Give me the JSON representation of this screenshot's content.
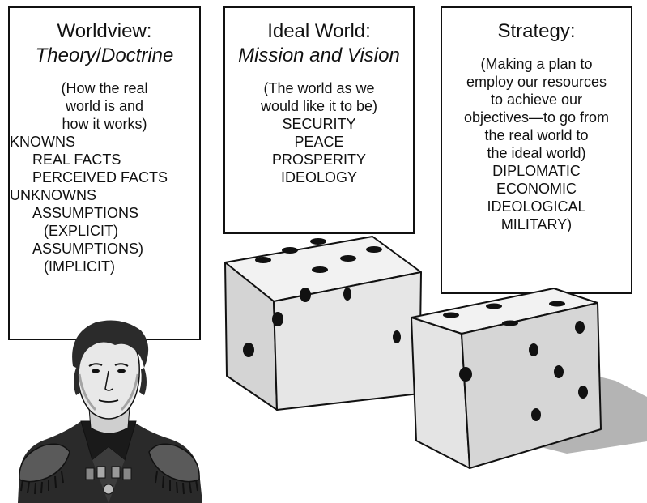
{
  "worldview": {
    "title": "Worldview:",
    "subtitle_part1": "Theory",
    "subtitle_sep": "/",
    "subtitle_part2": "Doctrine",
    "desc": [
      "(How the real",
      "world is and",
      "how it works)"
    ],
    "knowns_label": "KNOWNS",
    "known_items": [
      "REAL FACTS",
      "PERCEIVED FACTS"
    ],
    "unknowns_label": "UNKNOWNS",
    "assumption_1": "ASSUMPTIONS",
    "assumption_1_note": "(EXPLICIT)",
    "assumption_2": "ASSUMPTIONS)",
    "assumption_2_note": "(IMPLICIT)"
  },
  "ideal": {
    "title": "Ideal World:",
    "subtitle": "Mission and Vision",
    "desc": [
      "(The world as we",
      "would like it to be)"
    ],
    "items": [
      "SECURITY",
      "PEACE",
      "PROSPERITY",
      "IDEOLOGY"
    ]
  },
  "strategy": {
    "title": "Strategy:",
    "desc": [
      "(Making a plan to",
      "employ our resources",
      "to achieve our",
      "objectives—to go from",
      "the real world to",
      "the ideal world)"
    ],
    "items": [
      "DIPLOMATIC",
      "ECONOMIC",
      "IDEOLOGICAL",
      "MILITARY)"
    ]
  },
  "colors": {
    "ink": "#111111",
    "dice_top": "#f2f2f2",
    "dice_side_light": "#e4e4e4",
    "dice_side_dark": "#d0d0d0",
    "shadow": "#b4b4b4"
  },
  "icons": [
    "die-left",
    "die-right",
    "general-portrait"
  ]
}
